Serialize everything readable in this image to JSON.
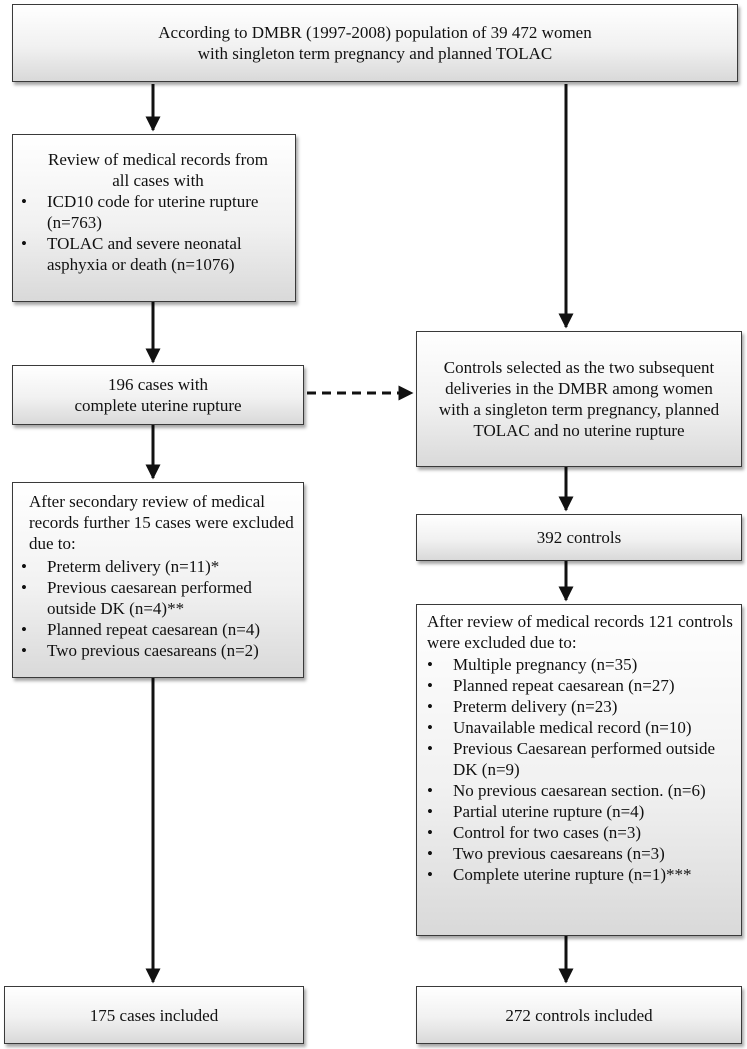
{
  "top_box": {
    "line1": "According to DMBR (1997-2008) population of 39 472 women",
    "line2": "with singleton term pregnancy and planned TOLAC"
  },
  "review_box": {
    "header": [
      "Review of medical records from",
      "all cases with"
    ],
    "items": [
      "ICD10 code for uterine rupture (n=763)",
      "TOLAC and severe neonatal asphyxia or death (n=1076)"
    ]
  },
  "cases_box": {
    "line1": "196 cases with",
    "line2": "complete uterine rupture"
  },
  "secondary_review_box": {
    "header": "After secondary review of medical records further 15 cases were excluded due to:",
    "items": [
      "Preterm delivery (n=11)*",
      "Previous caesarean performed outside DK (n=4)**",
      "Planned repeat caesarean (n=4)",
      "Two previous caesareans (n=2)"
    ]
  },
  "cases_included_box": {
    "text": "175 cases included"
  },
  "controls_selected_box": {
    "text": "Controls selected as the two subsequent  deliveries in the DMBR among women with a singleton term pregnancy, planned TOLAC and no uterine rupture"
  },
  "controls_box": {
    "text": "392 controls"
  },
  "controls_review_box": {
    "header": "After review of medical records 121 controls were excluded due to:",
    "items": [
      "Multiple pregnancy (n=35)",
      "Planned repeat caesarean  (n=27)",
      "Preterm delivery (n=23)",
      "Unavailable medical record  (n=10)",
      "Previous Caesarean performed outside DK (n=9)",
      "No previous caesarean section. (n=6)",
      "Partial uterine rupture (n=4)",
      "Control for two cases (n=3)",
      "Two previous caesareans (n=3)",
      "Complete uterine rupture (n=1)***"
    ]
  },
  "controls_included_box": {
    "text": "272 controls included"
  }
}
